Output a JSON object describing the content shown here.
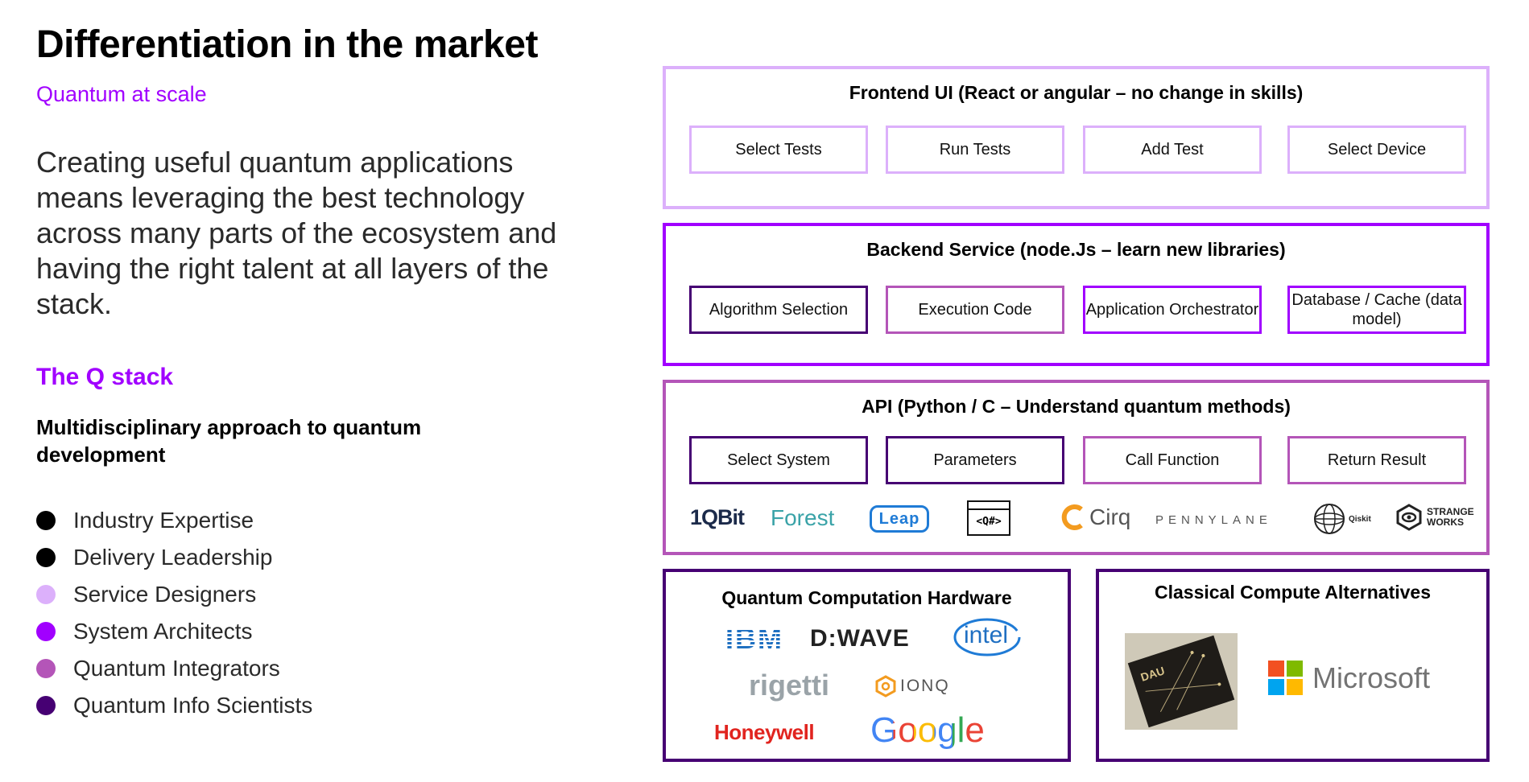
{
  "header": {
    "title": "Differentiation in the market",
    "subtitle": "Quantum at scale"
  },
  "intro": "Creating useful quantum applications means leveraging the best technology across many parts of the ecosystem and having the right talent at all layers of the stack.",
  "qstack": {
    "heading": "The Q stack",
    "subheading": "Multidisciplinary approach to quantum development"
  },
  "legend": [
    {
      "label": "Industry Expertise",
      "color": "#000000"
    },
    {
      "label": "Delivery Leadership",
      "color": "#000000"
    },
    {
      "label": "Service Designers",
      "color": "#dcb0fb"
    },
    {
      "label": "System Architects",
      "color": "#a100ff"
    },
    {
      "label": "Quantum Integrators",
      "color": "#b455b8"
    },
    {
      "label": "Quantum Info Scientists",
      "color": "#460073"
    }
  ],
  "colors": {
    "accent": "#a100ff",
    "frontend_border": "#dcb0fb",
    "backend_border": "#a100ff",
    "api_border": "#b455b8",
    "hardware_border": "#460073"
  },
  "frontend": {
    "title": "Frontend UI (React or angular – no change in skills)",
    "boxes": [
      "Select Tests",
      "Run Tests",
      "Add Test",
      "Select Device"
    ]
  },
  "backend": {
    "title": "Backend Service (node.Js – learn new libraries)",
    "boxes": [
      "Algorithm Selection",
      "Execution Code",
      "Application Orchestrator",
      "Database / Cache (data model)"
    ]
  },
  "api": {
    "title": "API (Python / C – Understand quantum methods)",
    "boxes": [
      "Select System",
      "Parameters",
      "Call Function",
      "Return Result"
    ],
    "logos": {
      "onequbit": "1QBit",
      "forest": "Forest",
      "leap": "Leap",
      "qsharp": "<Q#>",
      "cirq": "Cirq",
      "pennylane": "PENNYLANE",
      "qiskit": "Qiskit",
      "strangeworks_1": "STRANGE",
      "strangeworks_2": "WORKS"
    }
  },
  "hardware": {
    "title": "Quantum Computation Hardware",
    "logos": {
      "ibm": "IBM",
      "dwave": "D:WAVE",
      "intel": "intel",
      "rigetti": "rigetti",
      "ionq": "IONQ",
      "honeywell": "Honeywell",
      "google": "Google"
    }
  },
  "classical": {
    "title": "Classical Compute Alternatives",
    "chip_label": "DAU",
    "microsoft": "Microsoft"
  }
}
